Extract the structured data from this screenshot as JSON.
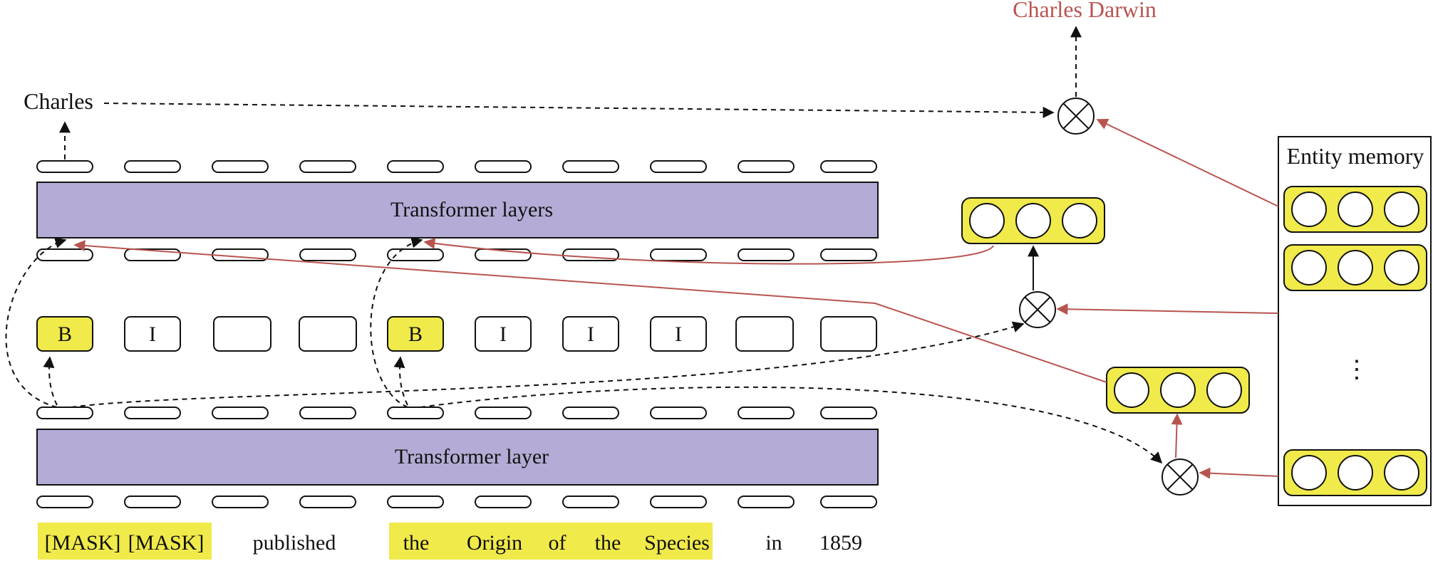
{
  "colors": {
    "transformer_fill": "#b4acd6",
    "highlight_fill": "#f0ea4b",
    "entity_arrow": "#b85450",
    "line": "#111111"
  },
  "labels": {
    "top_transformer": "Transformer layers",
    "bottom_transformer": "Transformer layer",
    "entity_memory": "Entity memory",
    "output_charles": "Charles",
    "output_charles_darwin": "Charles Darwin",
    "ellipsis": "⋮",
    "multiply_symbol": "⊗"
  },
  "bio_tags": [
    "B",
    "I",
    "",
    "",
    "B",
    "I",
    "I",
    "I",
    "",
    ""
  ],
  "input_tokens": [
    {
      "text": "[MASK]",
      "highlight": true
    },
    {
      "text": "[MASK]",
      "highlight": true
    },
    {
      "text": "published",
      "highlight": false
    },
    {
      "text": "the",
      "highlight": true
    },
    {
      "text": "Origin",
      "highlight": true
    },
    {
      "text": "of",
      "highlight": true
    },
    {
      "text": "the",
      "highlight": true
    },
    {
      "text": "Species",
      "highlight": true
    },
    {
      "text": "in",
      "highlight": false
    },
    {
      "text": "1859",
      "highlight": false
    }
  ],
  "entity_memory_slots": 3,
  "slot_values": 3
}
